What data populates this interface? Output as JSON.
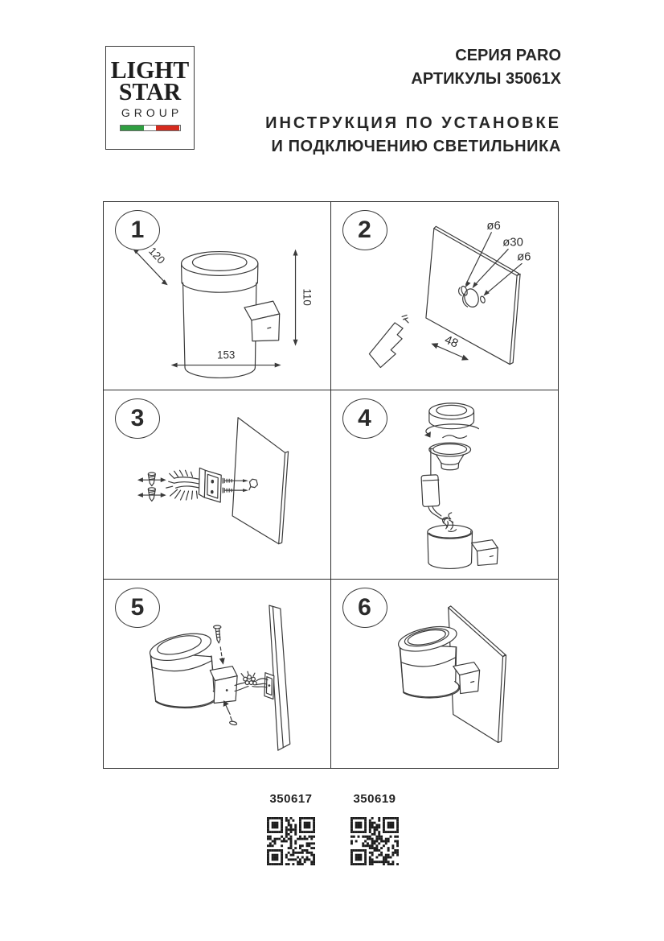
{
  "header": {
    "logo": {
      "line1": "LIGHT",
      "line2": "STAR",
      "line3": "GROUP"
    },
    "series": "СЕРИЯ PARO",
    "articles": "АРТИКУЛЫ 35061X",
    "instruction_line1": "ИНСТРУКЦИЯ ПО УСТАНОВКЕ",
    "instruction_line2": "И ПОДКЛЮЧЕНИЮ СВЕТИЛЬНИКА"
  },
  "panels": [
    {
      "number": "1",
      "dim_depth": "120",
      "dim_height": "110",
      "dim_width": "153"
    },
    {
      "number": "2",
      "hole_top": "ø6",
      "hole_mid": "ø30",
      "hole_right": "ø6",
      "dim_spacing": "48"
    },
    {
      "number": "3"
    },
    {
      "number": "4"
    },
    {
      "number": "5"
    },
    {
      "number": "6"
    }
  ],
  "footer": {
    "qr": [
      {
        "label": "350617"
      },
      {
        "label": "350619"
      }
    ]
  },
  "colors": {
    "line": "#3a3a3a",
    "text": "#262626",
    "flag_green": "#2f9e41",
    "flag_white": "#ffffff",
    "flag_red": "#d52b1e"
  }
}
